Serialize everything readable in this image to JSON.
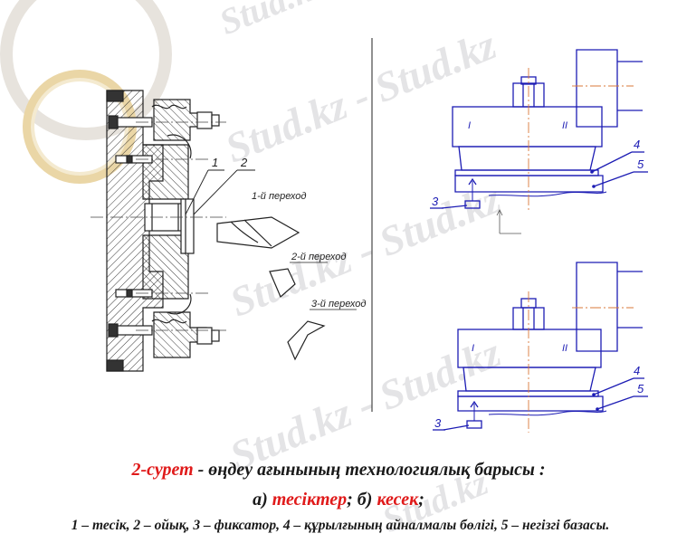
{
  "watermark": {
    "text_a": "Stud.kz - Stud.kz",
    "text_b": "Stud.kz - Stud.kz",
    "text_c": "Stud.kz - Stud.kz",
    "text_d": "Stud.kz",
    "text_e": "Stud.kz"
  },
  "left_drawing": {
    "callout_1": "1",
    "callout_2": "2",
    "step_1": "1-й переход",
    "step_2": "2-й переход",
    "step_3": "3-й переход"
  },
  "right_top": {
    "roman_1": "I",
    "roman_2": "II",
    "callout_3": "3",
    "callout_4": "4",
    "callout_5": "5"
  },
  "right_bottom": {
    "roman_1": "I",
    "roman_2": "II",
    "callout_3": "3",
    "callout_4": "4",
    "callout_5": "5"
  },
  "caption": {
    "line1_red": "2-сурет",
    "line1_rest": " - өңдеу ағынының технологиялық барысы :",
    "line2_a": "а) ",
    "line2_b": "тесіктер",
    "line2_c": "; б) ",
    "line2_d": "кесек",
    "line2_e": ";",
    "line3": "1 – тесік, 2 – ойық, 3 – фиксатор,  4 – құрылғының айналмалы бөлігі, 5 – негізгі базасы."
  },
  "colors": {
    "drawing_blue": "#1c1cb4",
    "axis_orange": "#d9783a",
    "caption_red": "#e01a1a",
    "decor_gold": "#e8c96a"
  }
}
